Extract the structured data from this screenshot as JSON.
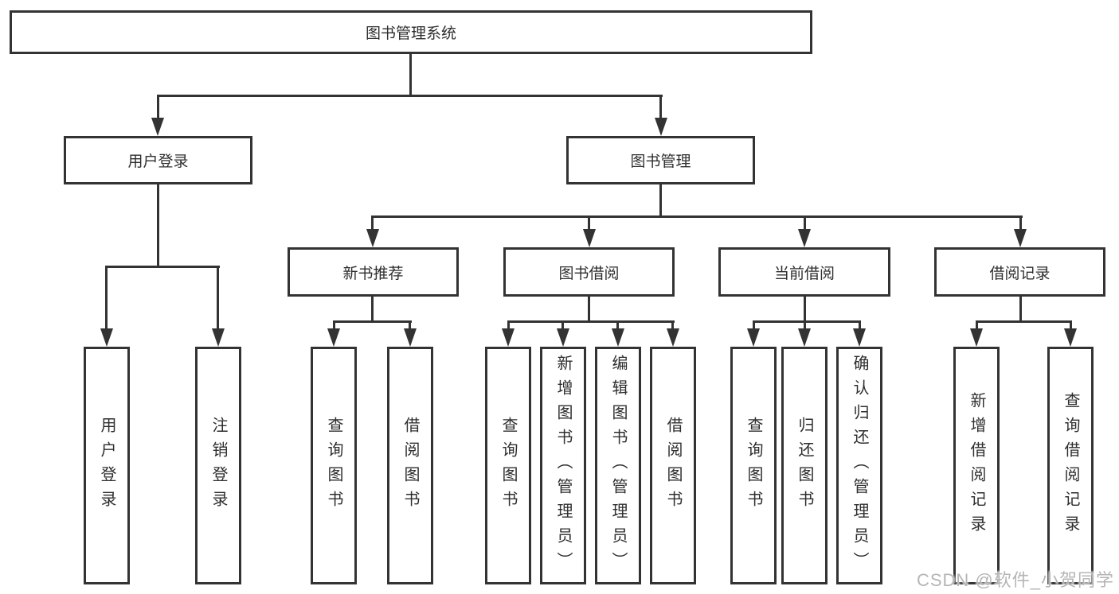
{
  "tree": {
    "root": "图书管理系统",
    "level2": [
      "用户登录",
      "图书管理"
    ],
    "level3": [
      "新书推荐",
      "图书借阅",
      "当前借阅",
      "借阅记录"
    ],
    "leaves_user_login": [
      "用户登录",
      "注销登录"
    ],
    "leaves_new_books": [
      "查询图书",
      "借阅图书"
    ],
    "leaves_book_borrow": [
      "查询图书",
      "新增图书（管理员）",
      "编辑图书（管理员）",
      "借阅图书"
    ],
    "leaves_current_borrow": [
      "查询图书",
      "归还图书",
      "确认归还（管理员）"
    ],
    "leaves_borrow_records": [
      "新增借阅记录",
      "查询借阅记录"
    ]
  },
  "watermark": "CSDN @软件_小贺同学",
  "colors": {
    "line": "#333333",
    "text": "#2e2e2e",
    "watermark": "#b5b5b5",
    "background": "#ffffff"
  }
}
